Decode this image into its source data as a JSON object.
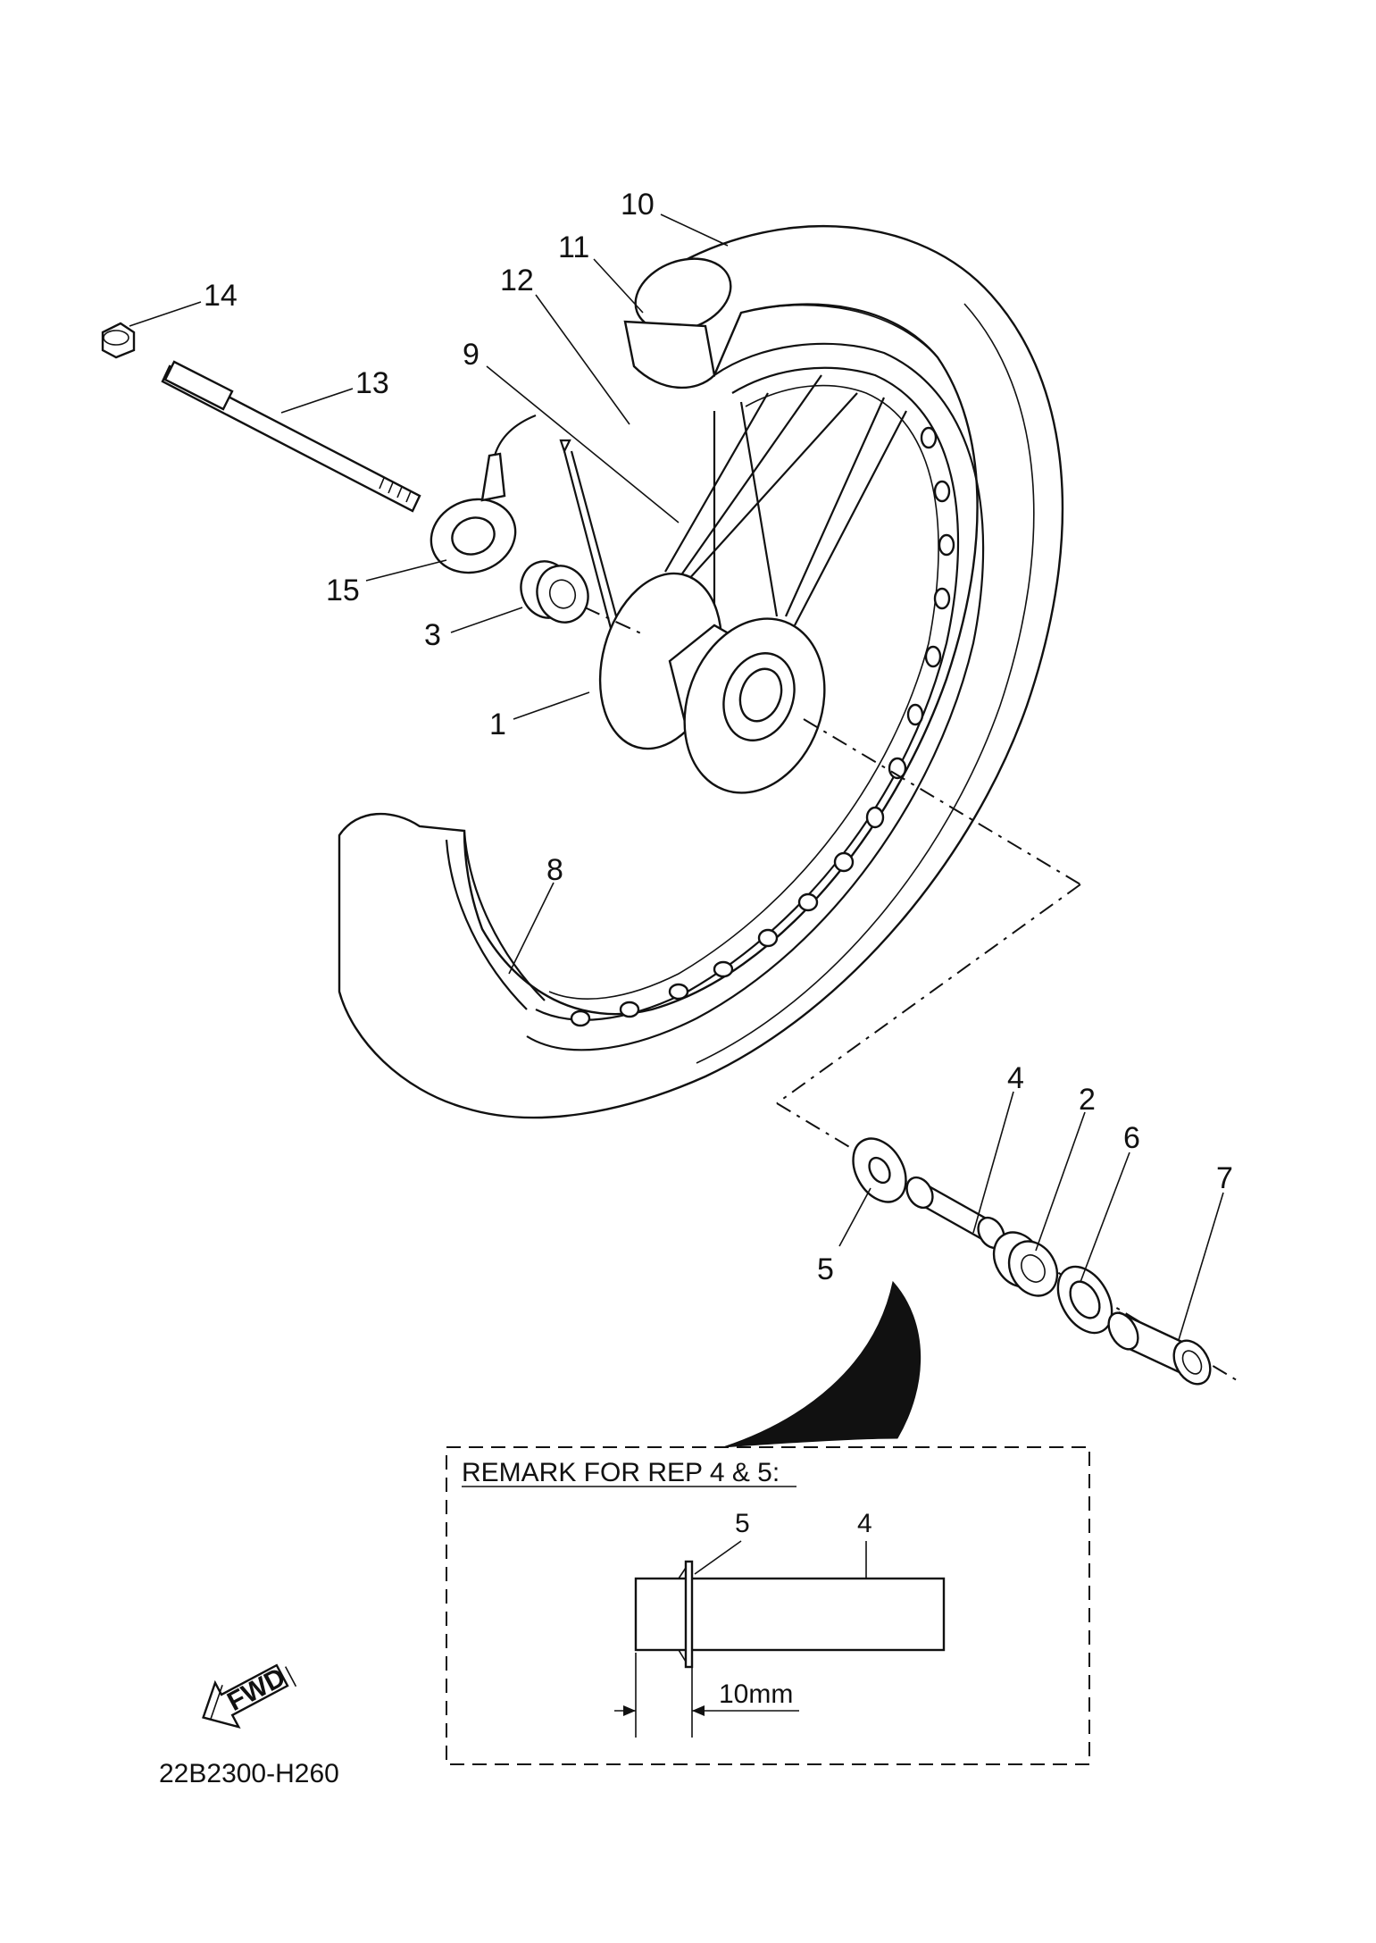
{
  "diagram": {
    "callouts": [
      {
        "id": "10",
        "text": "10"
      },
      {
        "id": "11",
        "text": "11"
      },
      {
        "id": "12",
        "text": "12"
      },
      {
        "id": "14",
        "text": "14"
      },
      {
        "id": "13",
        "text": "13"
      },
      {
        "id": "9",
        "text": "9"
      },
      {
        "id": "15",
        "text": "15"
      },
      {
        "id": "3",
        "text": "3"
      },
      {
        "id": "1",
        "text": "1"
      },
      {
        "id": "8",
        "text": "8"
      },
      {
        "id": "4",
        "text": "4"
      },
      {
        "id": "2",
        "text": "2"
      },
      {
        "id": "6",
        "text": "6"
      },
      {
        "id": "7",
        "text": "7"
      },
      {
        "id": "5",
        "text": "5"
      }
    ],
    "remark": {
      "title": "REMARK FOR REP 4 & 5:",
      "label_5": "5",
      "label_4": "4",
      "dimension": "10mm"
    },
    "fwd_label": "FWD",
    "diagram_code": "22B2300-H260"
  }
}
